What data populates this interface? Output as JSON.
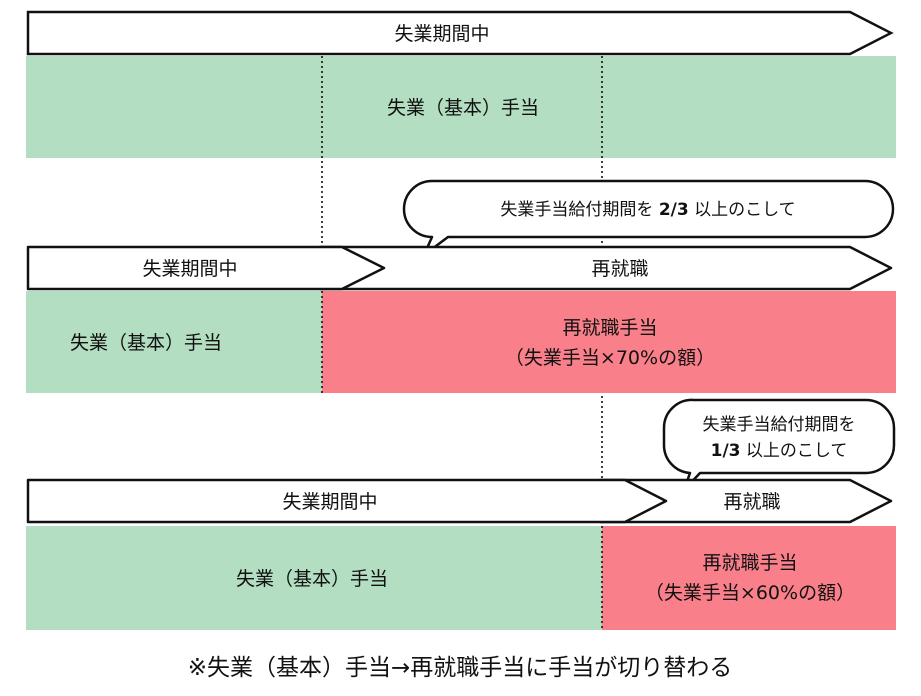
{
  "colors": {
    "green": "#b4dec1",
    "red": "#f9808a",
    "stroke": "#111111",
    "background": "#ffffff"
  },
  "row1": {
    "arrow_label": "失業期間中",
    "benefit_label": "失業（基本）手当"
  },
  "row2": {
    "callout": {
      "pre": "失業手当給付期間を ",
      "bold": "2/3",
      "post": " 以上のこして"
    },
    "arrow_unemployed": "失業期間中",
    "arrow_reemployed": "再就職",
    "benefit_label": "失業（基本）手当",
    "reemployment_label_1": "再就職手当",
    "reemployment_label_2": "（失業手当×70%の額）"
  },
  "row3": {
    "callout": {
      "line1": "失業手当給付期間を",
      "bold": "1/3",
      "post": " 以上のこして"
    },
    "arrow_unemployed": "失業期間中",
    "arrow_reemployed": "再就職",
    "benefit_label": "失業（基本）手当",
    "reemployment_label_1": "再就職手当",
    "reemployment_label_2": "（失業手当×60%の額）"
  },
  "footnote": "※失業（基本）手当→再就職手当に手当が切り替わる"
}
